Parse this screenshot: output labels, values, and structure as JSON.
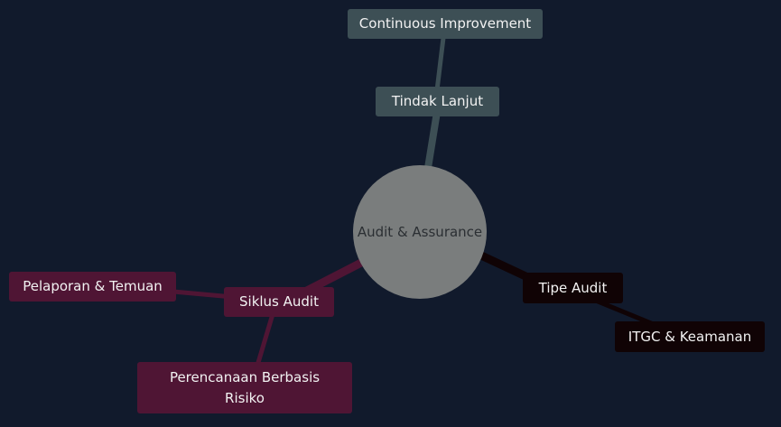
{
  "mindmap": {
    "root": {
      "label": "Audit & Assurance",
      "color": "#7a7d7d"
    },
    "branches": {
      "tindak_lanjut": {
        "label": "Tindak Lanjut",
        "color": "#3d4f55",
        "children": {
          "continuous_improvement": "Continuous Improvement"
        }
      },
      "siklus_audit": {
        "label": "Siklus Audit",
        "color": "#4f1534",
        "children": {
          "pelaporan": "Pelaporan & Temuan",
          "perencanaan": "Perencanaan Berbasis Risiko"
        }
      },
      "tipe_audit": {
        "label": "Tipe Audit",
        "color": "#100305",
        "children": {
          "itgc": "ITGC & Keamanan"
        }
      }
    }
  },
  "colors": {
    "background": "#111a2c",
    "edge_grey": "#3d4f55",
    "edge_plum": "#4f1534",
    "edge_dark": "#100305"
  }
}
